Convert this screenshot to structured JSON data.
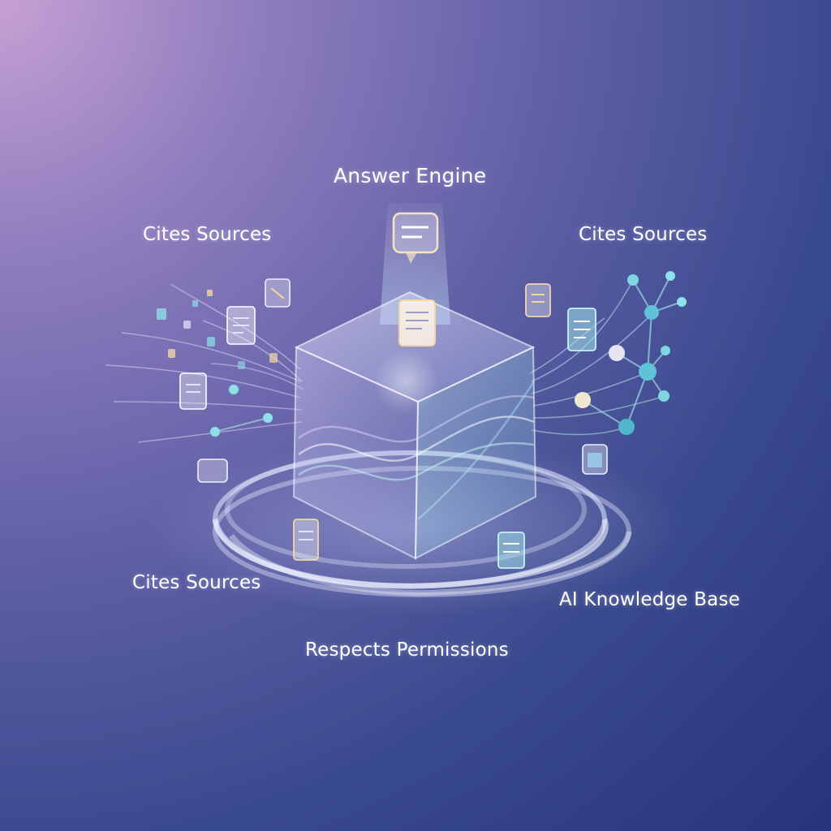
{
  "labels": {
    "top": "Answer Engine",
    "upper_left": "Cites Sources",
    "upper_right": "Cites Sources",
    "lower_left": "Cites Sources",
    "lower_right": "AI Knowledge Base",
    "bottom": "Respects Permissions"
  },
  "icons": [
    "chat-bubble-icon",
    "document-icon",
    "folder-icon",
    "network-node-icon"
  ],
  "colors": {
    "accent_cyan": "#7fe3e6",
    "accent_glow": "#f3d6a6",
    "text": "#ffffff"
  }
}
